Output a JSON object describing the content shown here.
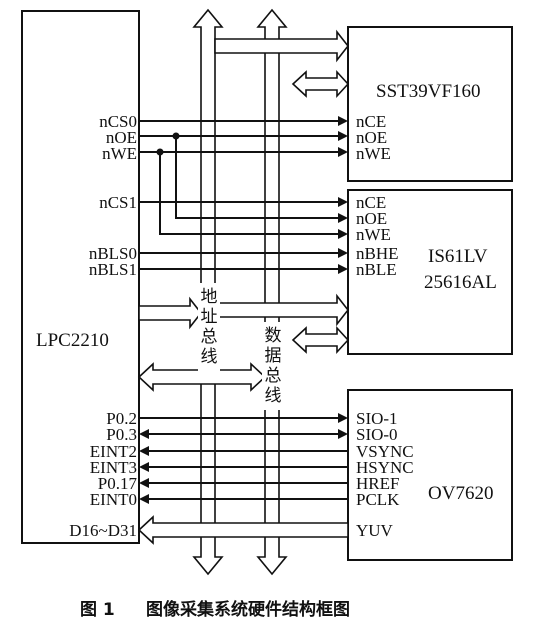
{
  "blocks": {
    "lpc": "LPC2210",
    "flash": "SST39VF160",
    "sram_line1": "IS61LV",
    "sram_line2": "25616AL",
    "camera": "OV7620"
  },
  "lpc_pins": {
    "ncs0": "nCS0",
    "noe": "nOE",
    "nwe": "nWE",
    "ncs1": "nCS1",
    "nbls0": "nBLS0",
    "nbls1": "nBLS1",
    "p02": "P0.2",
    "p03": "P0.3",
    "eint2": "EINT2",
    "eint3": "EINT3",
    "p017": "P0.17",
    "eint0": "EINT0",
    "d16_31": "D16~D31"
  },
  "flash_pins": {
    "nce": "nCE",
    "noe": "nOE",
    "nwe": "nWE"
  },
  "sram_pins": {
    "nce": "nCE",
    "noe": "nOE",
    "nwe": "nWE",
    "nbhe": "nBHE",
    "nble": "nBLE"
  },
  "camera_pins": {
    "sio1": "SIO-1",
    "sio0": "SIO-0",
    "vsync": "VSYNC",
    "hsync": "HSYNC",
    "href": "HREF",
    "pclk": "PCLK",
    "yuv": "YUV"
  },
  "bus_labels": {
    "addr": [
      "地",
      "址",
      "总",
      "线"
    ],
    "data": [
      "数",
      "据",
      "总",
      "线"
    ]
  },
  "caption": {
    "number": "图 1",
    "title": "图像采集系统硬件结构框图"
  }
}
